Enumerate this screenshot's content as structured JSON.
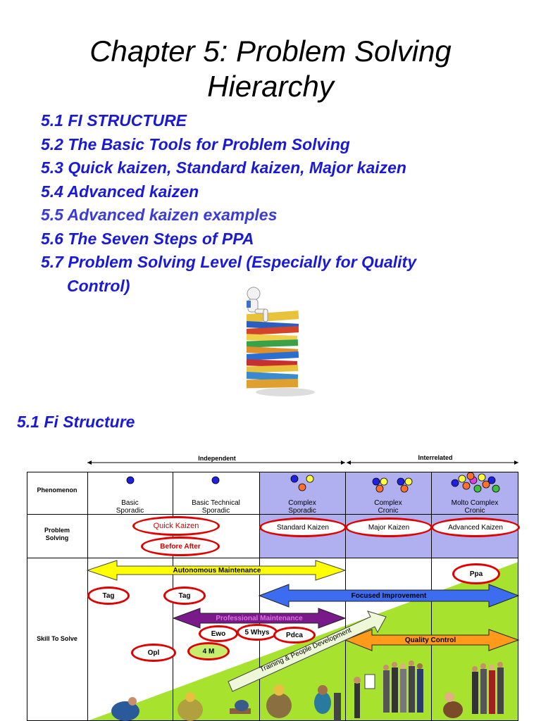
{
  "title_line1": "Chapter 5:   Problem Solving",
  "title_line2": "Hierarchy",
  "toc": [
    "5.1 FI STRUCTURE",
    "5.2 The Basic Tools for Problem Solving",
    "5.3 Quick kaizen, Standard kaizen, Major kaizen",
    "5.4 Advanced kaizen",
    "5.5 Advanced kaizen examples",
    "5.6 The Seven Steps of PPA",
    "5.7 Problem Solving Level (Especially for Quality",
    "Control)"
  ],
  "section_heading": "5.1  Fi   Structure",
  "diagram": {
    "independent": "Independent",
    "interrelated": "Interrelated",
    "row_phenomenon": "Phenomenon",
    "row_problem_1": "Problem",
    "row_problem_2": "Solving",
    "row_skill": "Skill To Solve",
    "cols": [
      {
        "l1": "Basic",
        "l2": "Sporadic"
      },
      {
        "l1": "Basic Technical",
        "l2": "Sporadic"
      },
      {
        "l1": "Complex",
        "l2": "Sporadic"
      },
      {
        "l1": "Complex",
        "l2": "Cronic"
      },
      {
        "l1": "Molto Complex",
        "l2": "Cronic"
      }
    ],
    "quick_kaizen": "Quick Kaizen",
    "before_after": "Before After",
    "standard_kaizen": "Standard Kaizen",
    "major_kaizen": "Major Kaizen",
    "advanced_kaizen": "Advanced Kaizen",
    "autonomous": "Autonomous Maintenance",
    "focused": "Focused Improvement",
    "professional": "Professional Maintenance",
    "quality": "Quality Control",
    "training": "Training & People Development",
    "tag1": "Tag",
    "tag2": "Tag",
    "ppa": "Ppa",
    "ewo": "Ewo",
    "whys": "5 Whys",
    "pdca": "Pdca",
    "opl": "Opl",
    "fourm": "4 M"
  },
  "colors": {
    "heading": "#1a1ad4",
    "lavender": "#b0b0f0",
    "green": "#a6e22e",
    "yellow_arrow": "#ffff00",
    "blue_arrow": "#3c6cf0",
    "purple_arrow": "#7a1a8a",
    "orange_arrow": "#ff9a1a",
    "red_oval": "#e00000"
  }
}
